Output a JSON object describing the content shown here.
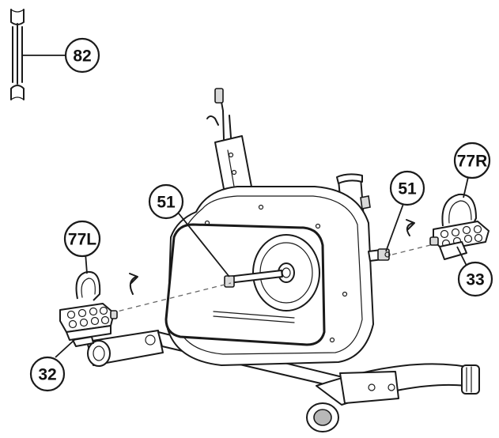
{
  "callouts": {
    "wrench": "82",
    "crank_axle_left": "51",
    "crank_axle_right": "51",
    "pedal_right": "77R",
    "pedal_left": "77L",
    "crank_right": "33",
    "crank_left": "32"
  },
  "line_color": "#1a1a1a",
  "background": "#ffffff"
}
